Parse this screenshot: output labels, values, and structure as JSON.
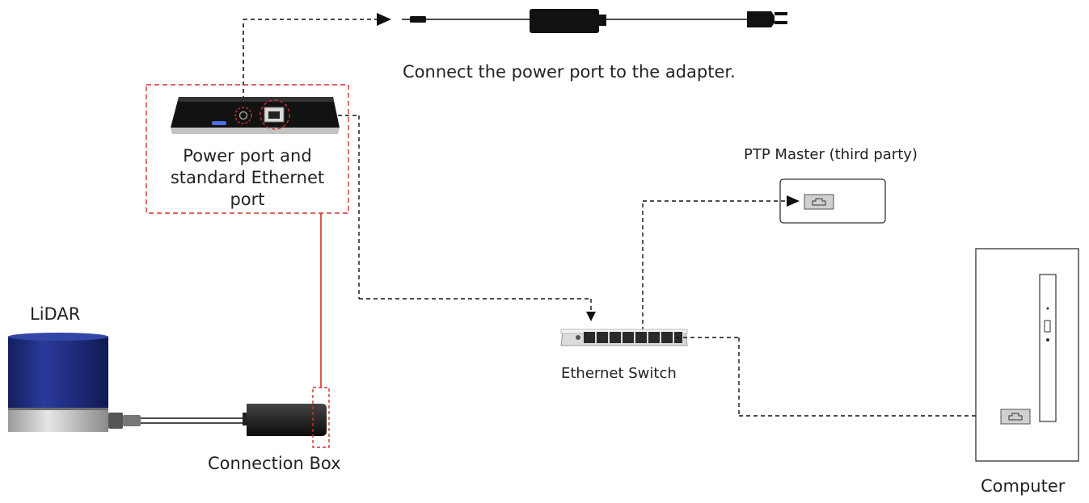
{
  "labels": {
    "power_caption": "Connect the power port to the adapter.",
    "port_line1": "Power port and",
    "port_line2": "standard Ethernet",
    "port_line3": "port",
    "ptp_master": "PTP Master (third party)",
    "lidar": "LiDAR",
    "switch": "Ethernet Switch",
    "connection_box": "Connection Box",
    "computer": "Computer"
  },
  "colors": {
    "highlight": "#d32f2f",
    "lidar_blue": "#1f2d7a",
    "cable_dash": "#111111"
  },
  "icons": [
    "power-adapter-icon",
    "ethernet-port-icon",
    "network-switch-icon",
    "lidar-sensor-icon",
    "computer-tower-icon"
  ]
}
